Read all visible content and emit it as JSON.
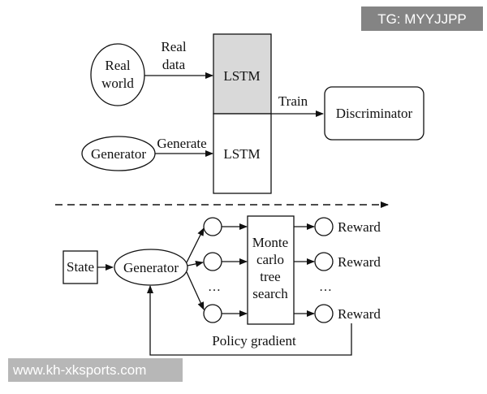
{
  "top": {
    "real_world_line1": "Real",
    "real_world_line2": "world",
    "real_data_line1": "Real",
    "real_data_line2": "data",
    "lstm_top": "LSTM",
    "lstm_bottom": "LSTM",
    "train_label": "Train",
    "discriminator": "Discriminator",
    "generator": "Generator",
    "generate_label": "Generate"
  },
  "bottom": {
    "state": "State",
    "generator": "Generator",
    "mcts_line1": "Monte",
    "mcts_line2": "carlo",
    "mcts_line3": "tree",
    "mcts_line4": "search",
    "rewards": [
      "Reward",
      "Reward",
      "Reward"
    ],
    "ellipsis_left": "…",
    "ellipsis_right": "…",
    "policy_gradient": "Policy gradient"
  },
  "watermarks": {
    "top_right": "TG: MYYJJPP",
    "bottom_left": "www.kh-xksports.com"
  },
  "colors": {
    "lstm_top_fill": "#d9d9d9",
    "stroke": "#111111"
  }
}
